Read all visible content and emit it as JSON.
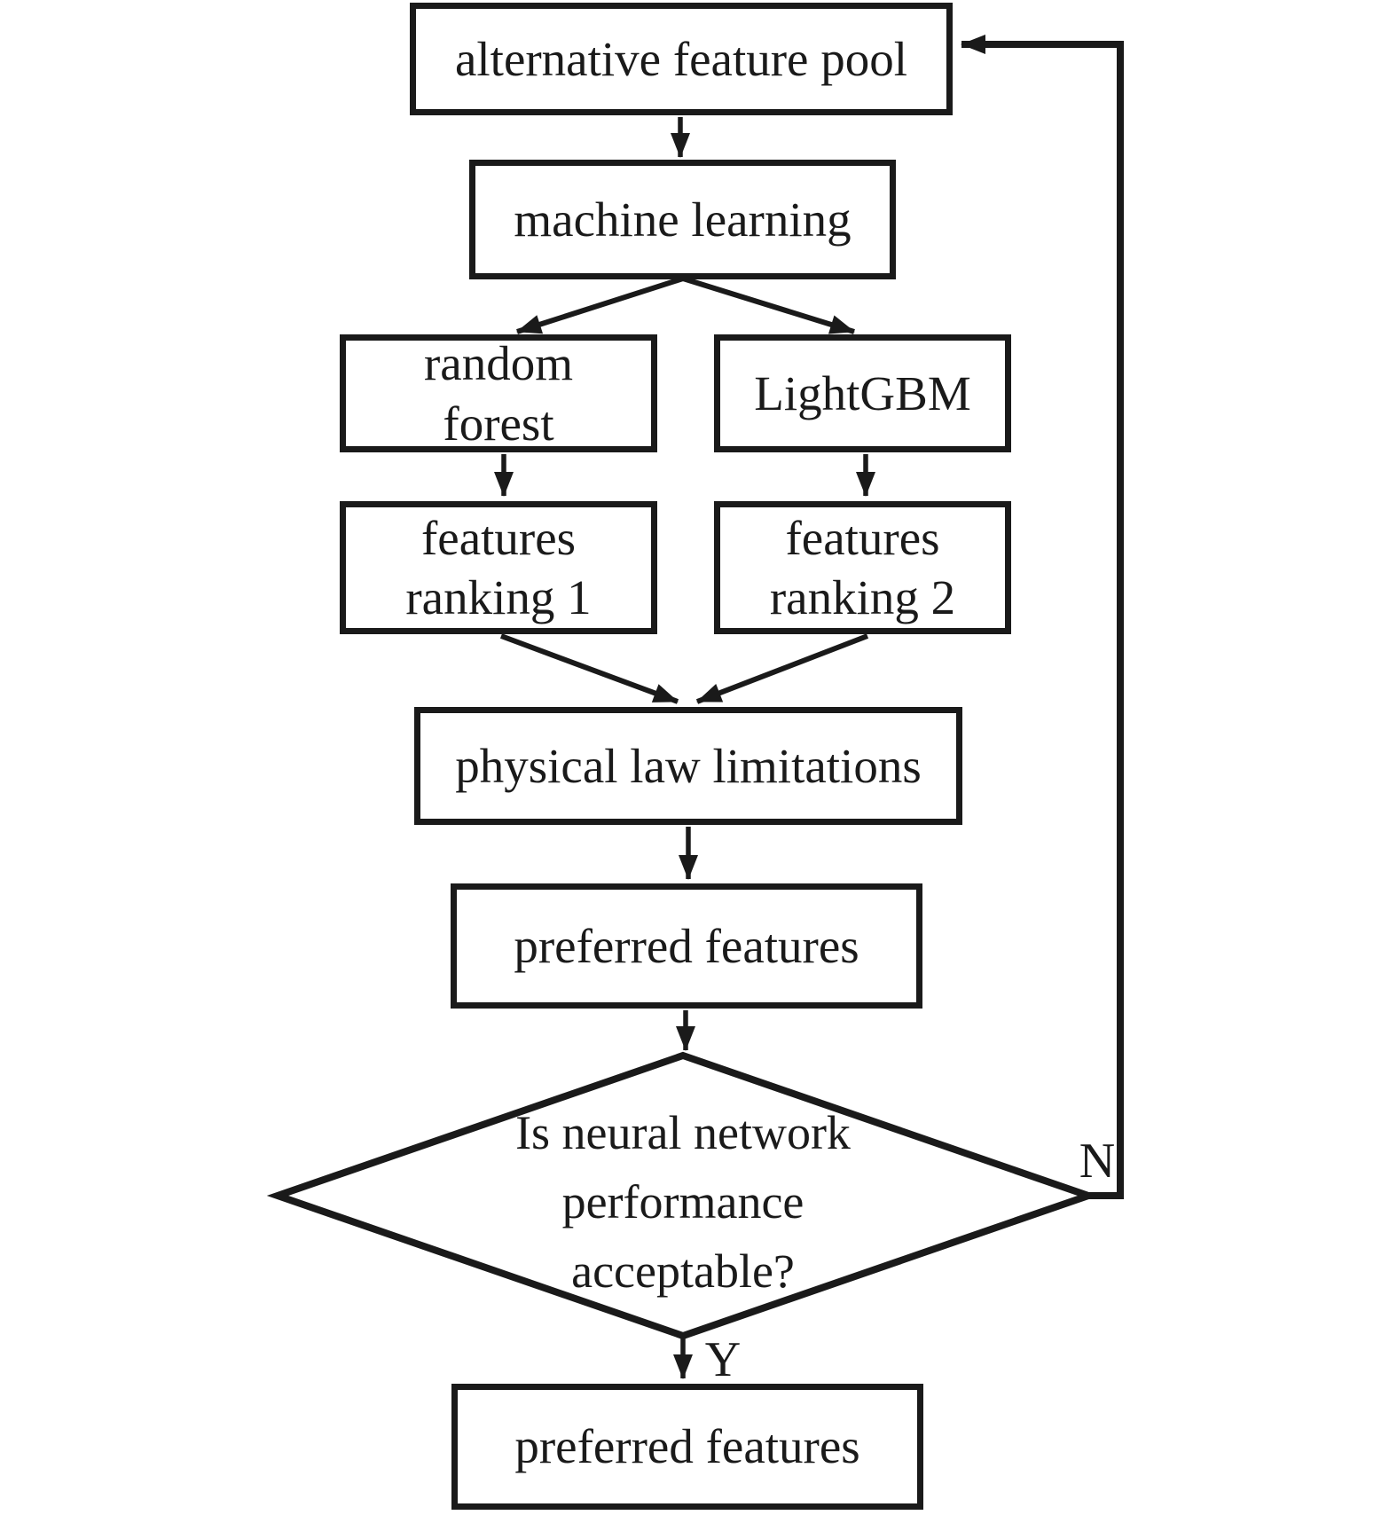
{
  "colors": {
    "background": "#ffffff",
    "line": "#1a1a1a",
    "text": "#1a1a1a"
  },
  "nodes": {
    "pool": {
      "label": "alternative feature pool"
    },
    "ml": {
      "label": "machine learning"
    },
    "rf": {
      "label": "random forest"
    },
    "lgbm": {
      "label": "LightGBM"
    },
    "rank1": {
      "label": "features ranking 1"
    },
    "rank2": {
      "label": "features ranking 2"
    },
    "physical": {
      "label": "physical law limitations"
    },
    "preferred_mid": {
      "label": "preferred features"
    },
    "decision": {
      "label": "Is neural network performance acceptable?"
    },
    "preferred_final": {
      "label": "preferred features"
    }
  },
  "edge_labels": {
    "yes": "Y",
    "no": "N"
  }
}
